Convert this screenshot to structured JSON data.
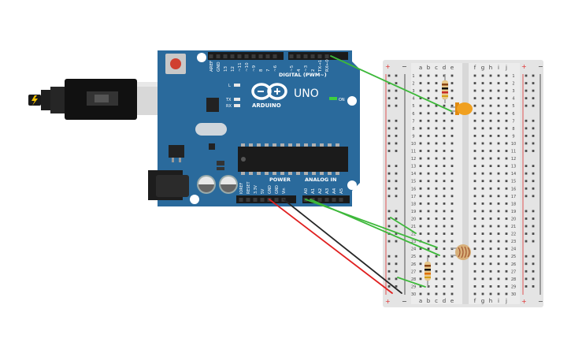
{
  "board": {
    "brand": "ARDUINO",
    "model": "UNO",
    "digital_header": "DIGITAL (PWM~)",
    "power_header": "POWER",
    "analog_header": "ANALOG IN",
    "on_label": "ON",
    "led_l": "L",
    "led_tx": "TX",
    "led_rx": "RX",
    "digital_pins": [
      "AREF",
      "GND",
      "13",
      "12",
      "~11",
      "~10",
      "~9",
      "8",
      "7",
      "~6",
      "~5",
      "4",
      "~3",
      "2",
      "TX→1",
      "RX←0"
    ],
    "power_pins": [
      "IOREF",
      "RESET",
      "3.3V",
      "5V",
      "GND",
      "GND",
      "Vin"
    ],
    "analog_pins": [
      "A0",
      "A1",
      "A2",
      "A3",
      "A4",
      "A5"
    ]
  },
  "breadboard": {
    "columns_left": [
      "a",
      "b",
      "c",
      "d",
      "e"
    ],
    "columns_right": [
      "f",
      "g",
      "h",
      "i",
      "j"
    ],
    "rows": [
      "1",
      "2",
      "3",
      "4",
      "5",
      "6",
      "7",
      "8",
      "9",
      "10",
      "11",
      "12",
      "13",
      "14",
      "15",
      "16",
      "17",
      "18",
      "19",
      "20",
      "21",
      "22",
      "23",
      "24",
      "25",
      "26",
      "27",
      "28",
      "29",
      "30"
    ],
    "rail_plus": "+",
    "rail_minus": "−"
  },
  "colors": {
    "board": "#2a6a9c",
    "wire_green": "#3db83a",
    "wire_red": "#e02020",
    "wire_black": "#262626",
    "led": "#f0a020",
    "breadboard": "#e8e8e8"
  },
  "icons": [
    "usb-plug-icon",
    "arduino-infinity-logo-icon",
    "led-icon",
    "resistor-icon",
    "photoresistor-icon"
  ]
}
